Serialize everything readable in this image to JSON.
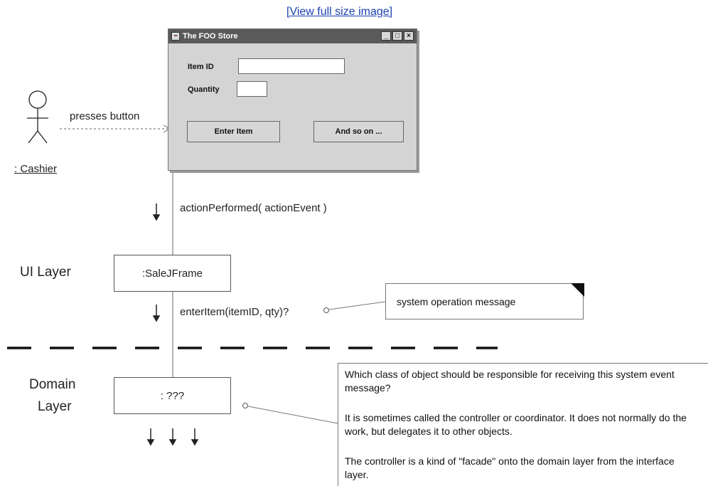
{
  "header": {
    "view_link": "[View full size image]"
  },
  "actor": {
    "name": ": Cashier",
    "message": "presses button"
  },
  "window": {
    "title": "The FOO Store",
    "item_id_label": "Item ID",
    "quantity_label": "Quantity",
    "enter_button": "Enter Item",
    "other_button": "And so on ...",
    "window_buttons": [
      "_",
      "□",
      "×"
    ]
  },
  "messages": {
    "action": "actionPerformed( actionEvent )",
    "enter_item": "enterItem(itemID, qty)?"
  },
  "layers": {
    "ui": {
      "label": "UI Layer",
      "object": ":SaleJFrame"
    },
    "domain": {
      "label_line1": "Domain",
      "label_line2": "Layer",
      "object": ": ???"
    }
  },
  "notes": {
    "system_op": "system operation message",
    "controller": {
      "p1": "Which class of object should be responsible for receiving this system event message?",
      "p2": "It is sometimes called the controller or coordinator. It does not normally do the work, but delegates it to other objects.",
      "p3": "The controller is a kind of \"facade\" onto the domain layer from the interface layer."
    }
  }
}
